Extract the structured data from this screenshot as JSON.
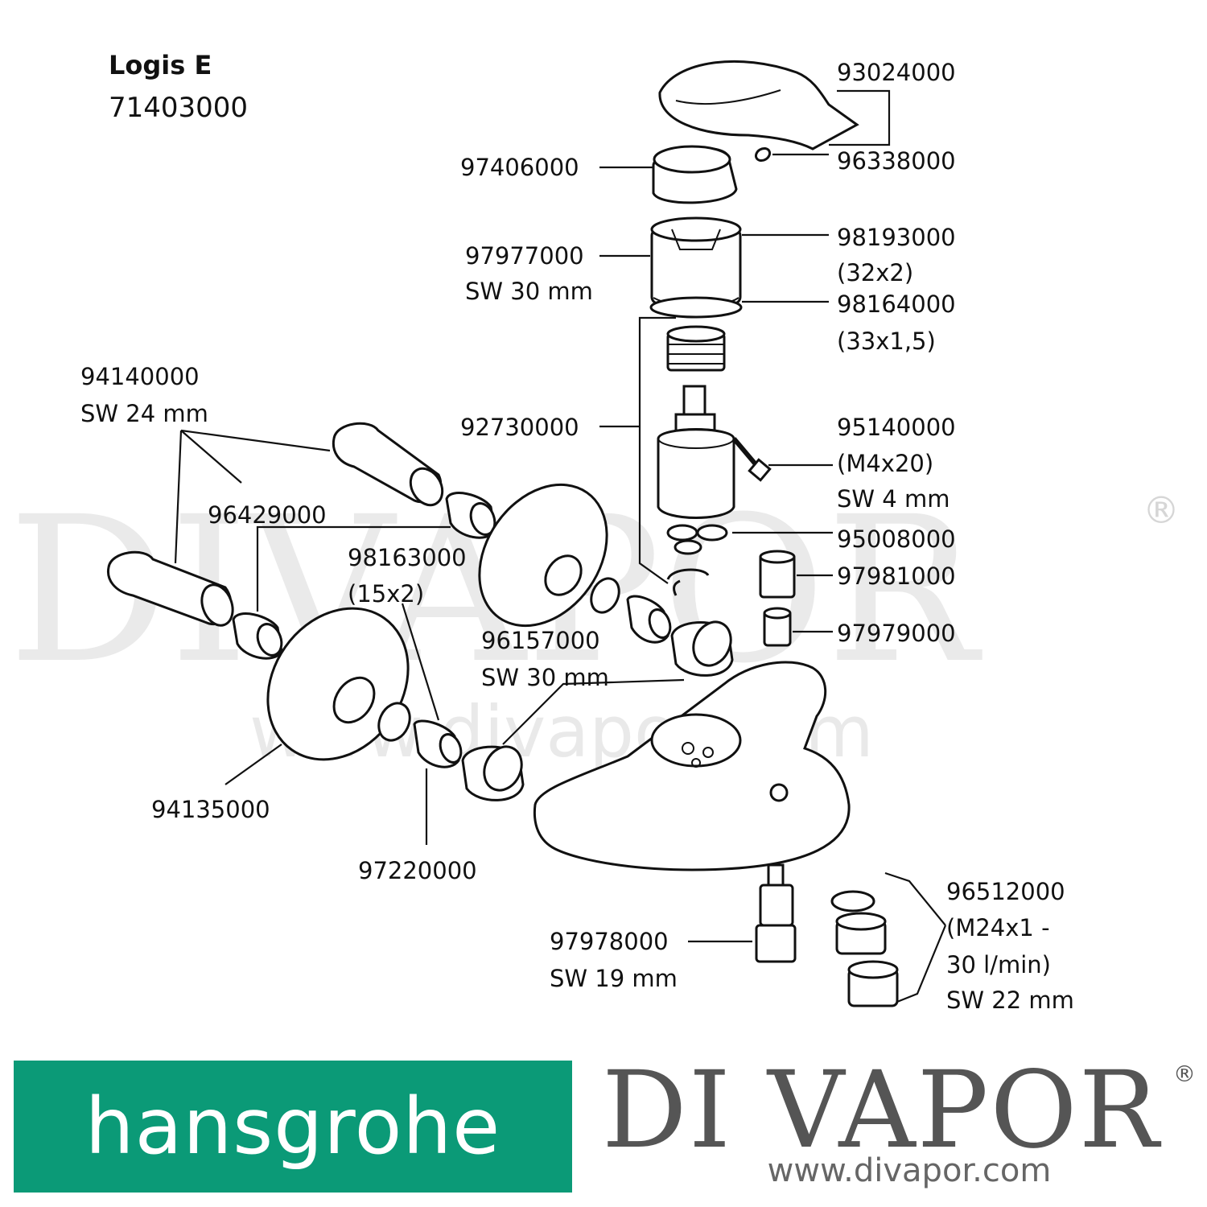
{
  "header": {
    "product_name": "Logis E",
    "model_number": "71403000"
  },
  "watermark": {
    "brand": "DIVAPOR",
    "registered": "®",
    "url": "www.divapor.com"
  },
  "labels": {
    "p93024000": "93024000",
    "p96338000": "96338000",
    "p97406000": "97406000",
    "p97977000": "97977000",
    "p97977000_sw": "SW 30 mm",
    "p98193000": "98193000",
    "p98193000_dim": "(32x2)",
    "p98164000": "98164000",
    "p98164000_dim": "(33x1,5)",
    "p94140000": "94140000",
    "p94140000_sw": "SW 24 mm",
    "p92730000": "92730000",
    "p95140000": "95140000",
    "p95140000_dim": "(M4x20)",
    "p95140000_sw": "SW 4 mm",
    "p96429000": "96429000",
    "p95008000": "95008000",
    "p98163000": "98163000",
    "p98163000_dim": "(15x2)",
    "p97981000": "97981000",
    "p96157000": "96157000",
    "p96157000_sw": "SW 30 mm",
    "p97979000": "97979000",
    "p94135000": "94135000",
    "p97220000": "97220000",
    "p96512000": "96512000",
    "p96512000_dim1": "(M24x1 -",
    "p96512000_dim2": "30 l/min)",
    "p96512000_sw": "SW 22 mm",
    "p97978000": "97978000",
    "p97978000_sw": "SW 19 mm"
  },
  "footer": {
    "logo_text": "hansgrohe",
    "logo_color": "#0b9a77",
    "brand_text": "DI VAPOR",
    "brand_reg": "®",
    "brand_url": "www.divapor.com"
  }
}
